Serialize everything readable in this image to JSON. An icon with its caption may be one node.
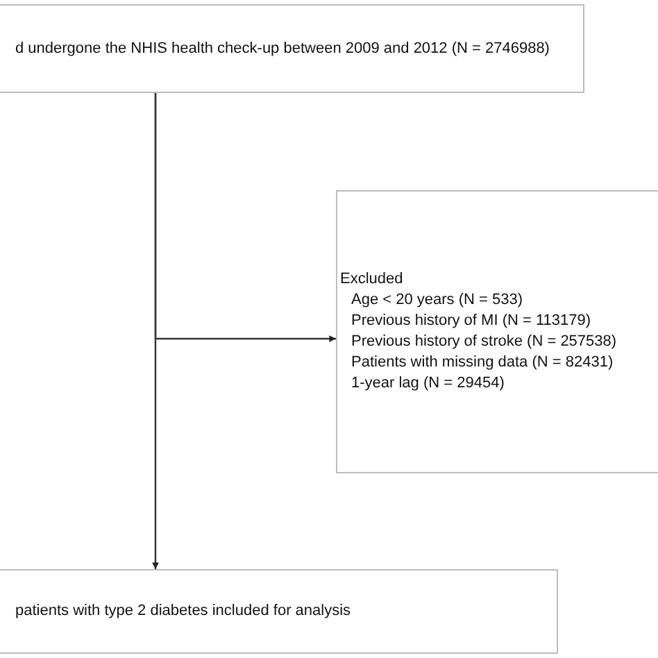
{
  "diagram": {
    "nodes": [
      {
        "text": [
          "d undergone the NHIS health check-up between 2009 and 2012 (N = 2746988)"
        ]
      },
      {
        "text": [
          "Excluded",
          "Age < 20 years (N = 533)",
          "Previous history of MI (N = 113179)",
          "Previous history of stroke (N = 257538)",
          "Patients with missing data (N = 82431)",
          "1-year lag (N = 29454)"
        ]
      },
      {
        "text": [
          "patients with type 2 diabetes included for analysis"
        ]
      }
    ],
    "edges": [
      {
        "from": 0,
        "to": 1,
        "arrow": "to"
      },
      {
        "from": 0,
        "to": 2,
        "arrow": "to"
      }
    ]
  }
}
